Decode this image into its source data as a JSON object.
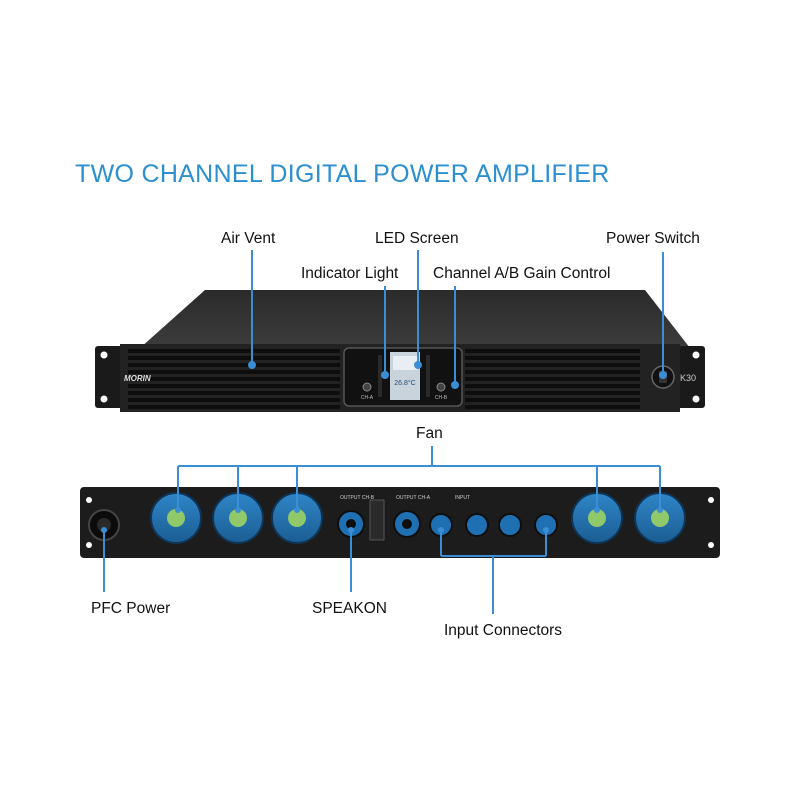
{
  "title": "TWO CHANNEL DIGITAL POWER AMPLIFIER",
  "front_labels": {
    "air_vent": "Air Vent",
    "led_screen": "LED Screen",
    "indicator_light": "Indicator Light",
    "gain_control": "Channel A/B Gain Control",
    "power_switch": "Power Switch"
  },
  "rear_labels": {
    "fan": "Fan",
    "pfc_power": "PFC Power",
    "speakon": "SPEAKON",
    "input_connectors": "Input Connectors"
  },
  "device": {
    "brand": "MORIN",
    "model": "K30",
    "screen_temp": "26.8°C",
    "ch_a": "CH-A",
    "ch_b": "CH-B",
    "output_a": "OUTPUT CH-A",
    "output_b": "OUTPUT CH-B",
    "input": "INPUT"
  },
  "colors": {
    "accent": "#2b8fd0",
    "callout": "#3b8ed6",
    "chassis": "#1e1e1e"
  }
}
